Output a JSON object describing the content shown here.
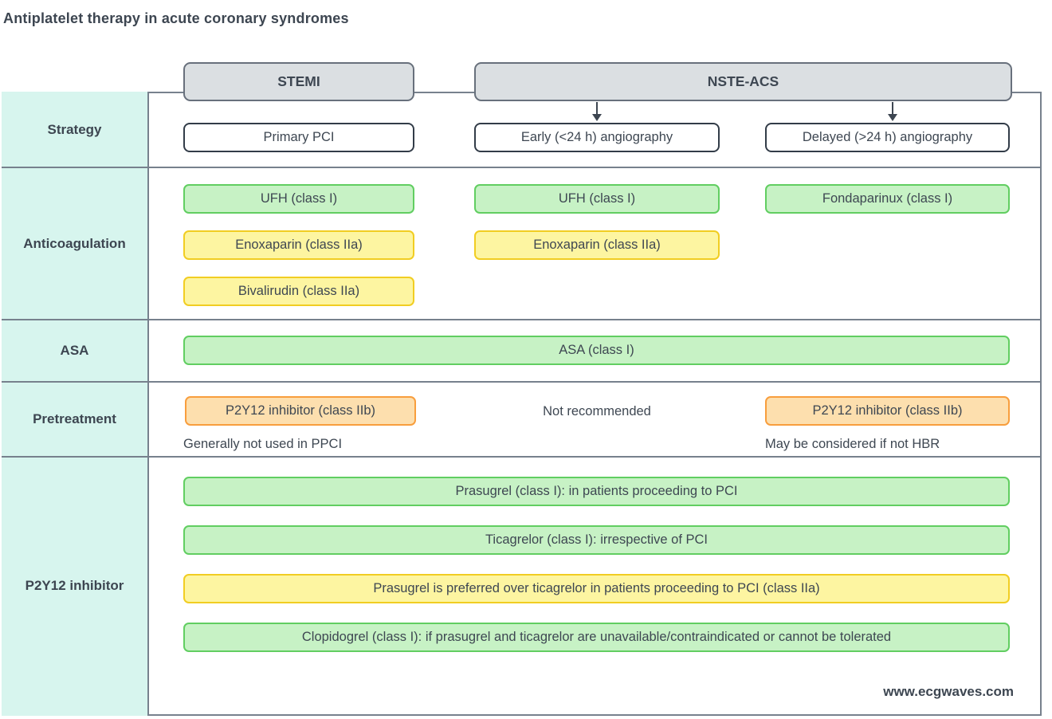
{
  "title": "Antiplatelet therapy in acute coronary syndromes",
  "headers": {
    "stemi": "STEMI",
    "nste_acs": "NSTE-ACS"
  },
  "row_labels": {
    "strategy": "Strategy",
    "anticoagulation": "Anticoagulation",
    "asa": "ASA",
    "pretreatment": "Pretreatment",
    "p2y12": "P2Y12 inhibitor"
  },
  "strategy": {
    "stemi": "Primary PCI",
    "early": "Early (<24 h) angiography",
    "delayed": "Delayed (>24 h) angiography"
  },
  "anticoagulation": {
    "stemi": [
      {
        "label": "UFH (class I)",
        "level": "green"
      },
      {
        "label": "Enoxaparin (class IIa)",
        "level": "yellow"
      },
      {
        "label": "Bivalirudin (class IIa)",
        "level": "yellow"
      }
    ],
    "early": [
      {
        "label": "UFH (class I)",
        "level": "green"
      },
      {
        "label": "Enoxaparin (class IIa)",
        "level": "yellow"
      }
    ],
    "delayed": [
      {
        "label": "Fondaparinux (class I)",
        "level": "green"
      }
    ]
  },
  "asa": {
    "label": "ASA (class I)",
    "level": "green"
  },
  "pretreatment": {
    "stemi_box": "P2Y12 inhibitor (class IIb)",
    "stemi_note": "Generally not used in PPCI",
    "early_text": "Not recommended",
    "delayed_box": "P2Y12 inhibitor (class IIb)",
    "delayed_note": "May be considered if not HBR"
  },
  "p2y12": [
    {
      "label": "Prasugrel (class I): in patients proceeding to PCI",
      "level": "green"
    },
    {
      "label": "Ticagrelor (class I): irrespective of PCI",
      "level": "green"
    },
    {
      "label": "Prasugrel is preferred over ticagrelor in patients proceeding to PCI (class IIa)",
      "level": "yellow"
    },
    {
      "label": "Clopidogrel (class I): if prasugrel and ticagrelor are unavailable/contraindicated or cannot be tolerated",
      "level": "green"
    }
  ],
  "watermark": "www.ecgwaves.com",
  "colors": {
    "row_label_bg": "#d7f5ee",
    "frame_border": "#77818d",
    "header_bg": "#dbdfe2",
    "header_border": "#68707c",
    "green_bg": "#c7f2c5",
    "green_border": "#61ce61",
    "yellow_bg": "#fdf5a1",
    "yellow_border": "#f1cd22",
    "orange_bg": "#fddfae",
    "orange_border": "#f89e3d",
    "white_box_border": "#323c48",
    "text": "#3e4752"
  }
}
